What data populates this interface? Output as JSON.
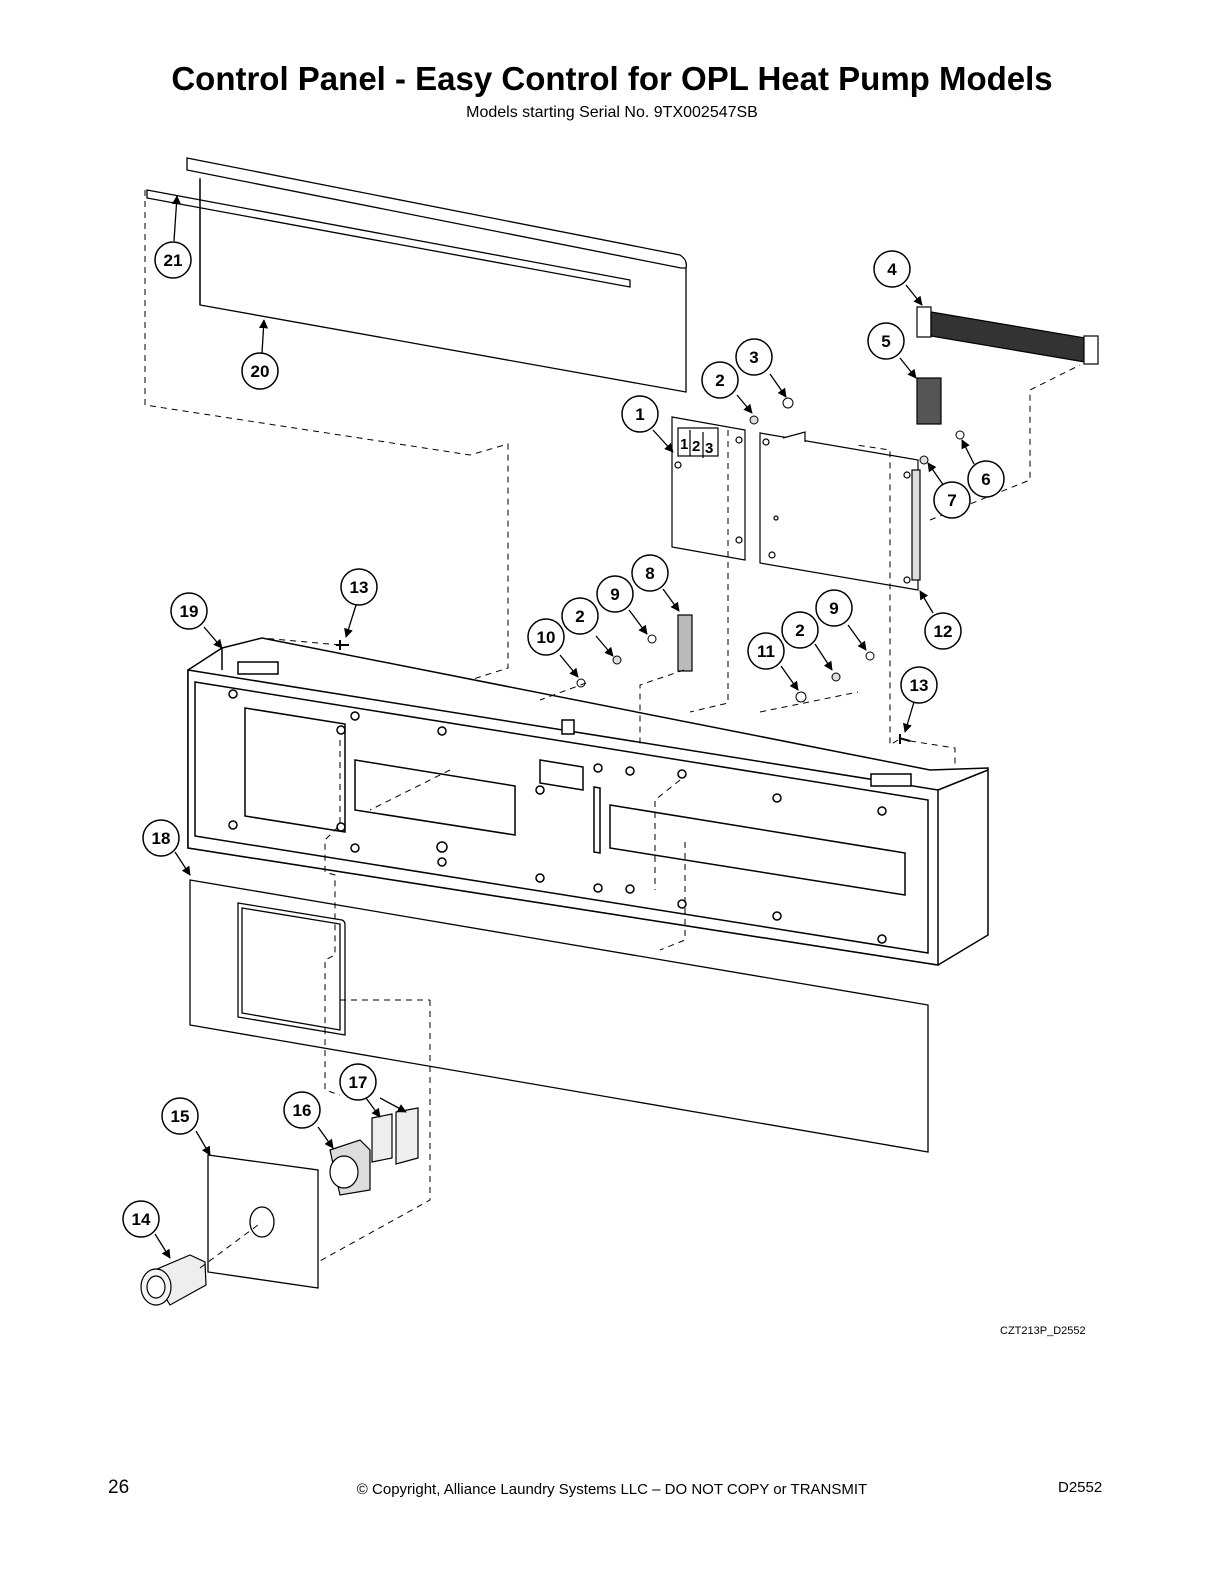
{
  "header": {
    "title": "Control Panel - Easy Control for OPL Heat Pump Models",
    "subtitle": "Models starting Serial No. 9TX002547SB"
  },
  "callouts": [
    "1",
    "2",
    "3",
    "4",
    "5",
    "6",
    "7",
    "8",
    "9",
    "10",
    "11",
    "12",
    "13",
    "14",
    "15",
    "16",
    "17",
    "18",
    "19",
    "20",
    "21"
  ],
  "keypad_digits": [
    "1",
    "2",
    "3"
  ],
  "figure_code": "CZT213P_D2552",
  "footer": {
    "page_number": "26",
    "copyright": "© Copyright, Alliance Laundry Systems LLC – DO NOT COPY or TRANSMIT",
    "doc_code": "D2552"
  }
}
